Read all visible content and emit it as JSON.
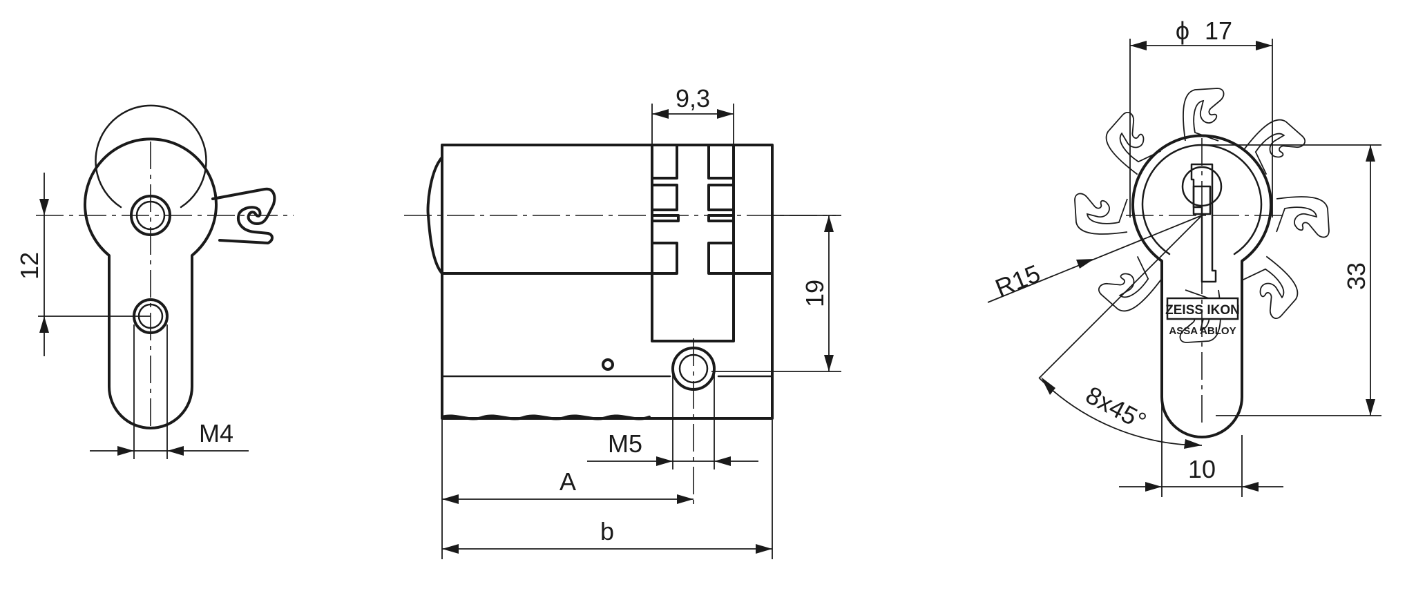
{
  "dimensions": {
    "pin_spacing": "12",
    "thread_left": "M4",
    "cam_width": "9,3",
    "height_side": "19",
    "thread_mid": "M5",
    "length_a": "A",
    "length_b": "b",
    "diameter": "17",
    "diameter_symbol": "ϕ",
    "radius": "R15",
    "height_front": "33",
    "angle": "8x45°",
    "width_front": "10"
  },
  "logo": {
    "line1": "ZEISS IKON",
    "line2": "ASSA ABLOY"
  },
  "colors": {
    "ink": "#1a1a1a",
    "paper": "#ffffff"
  }
}
